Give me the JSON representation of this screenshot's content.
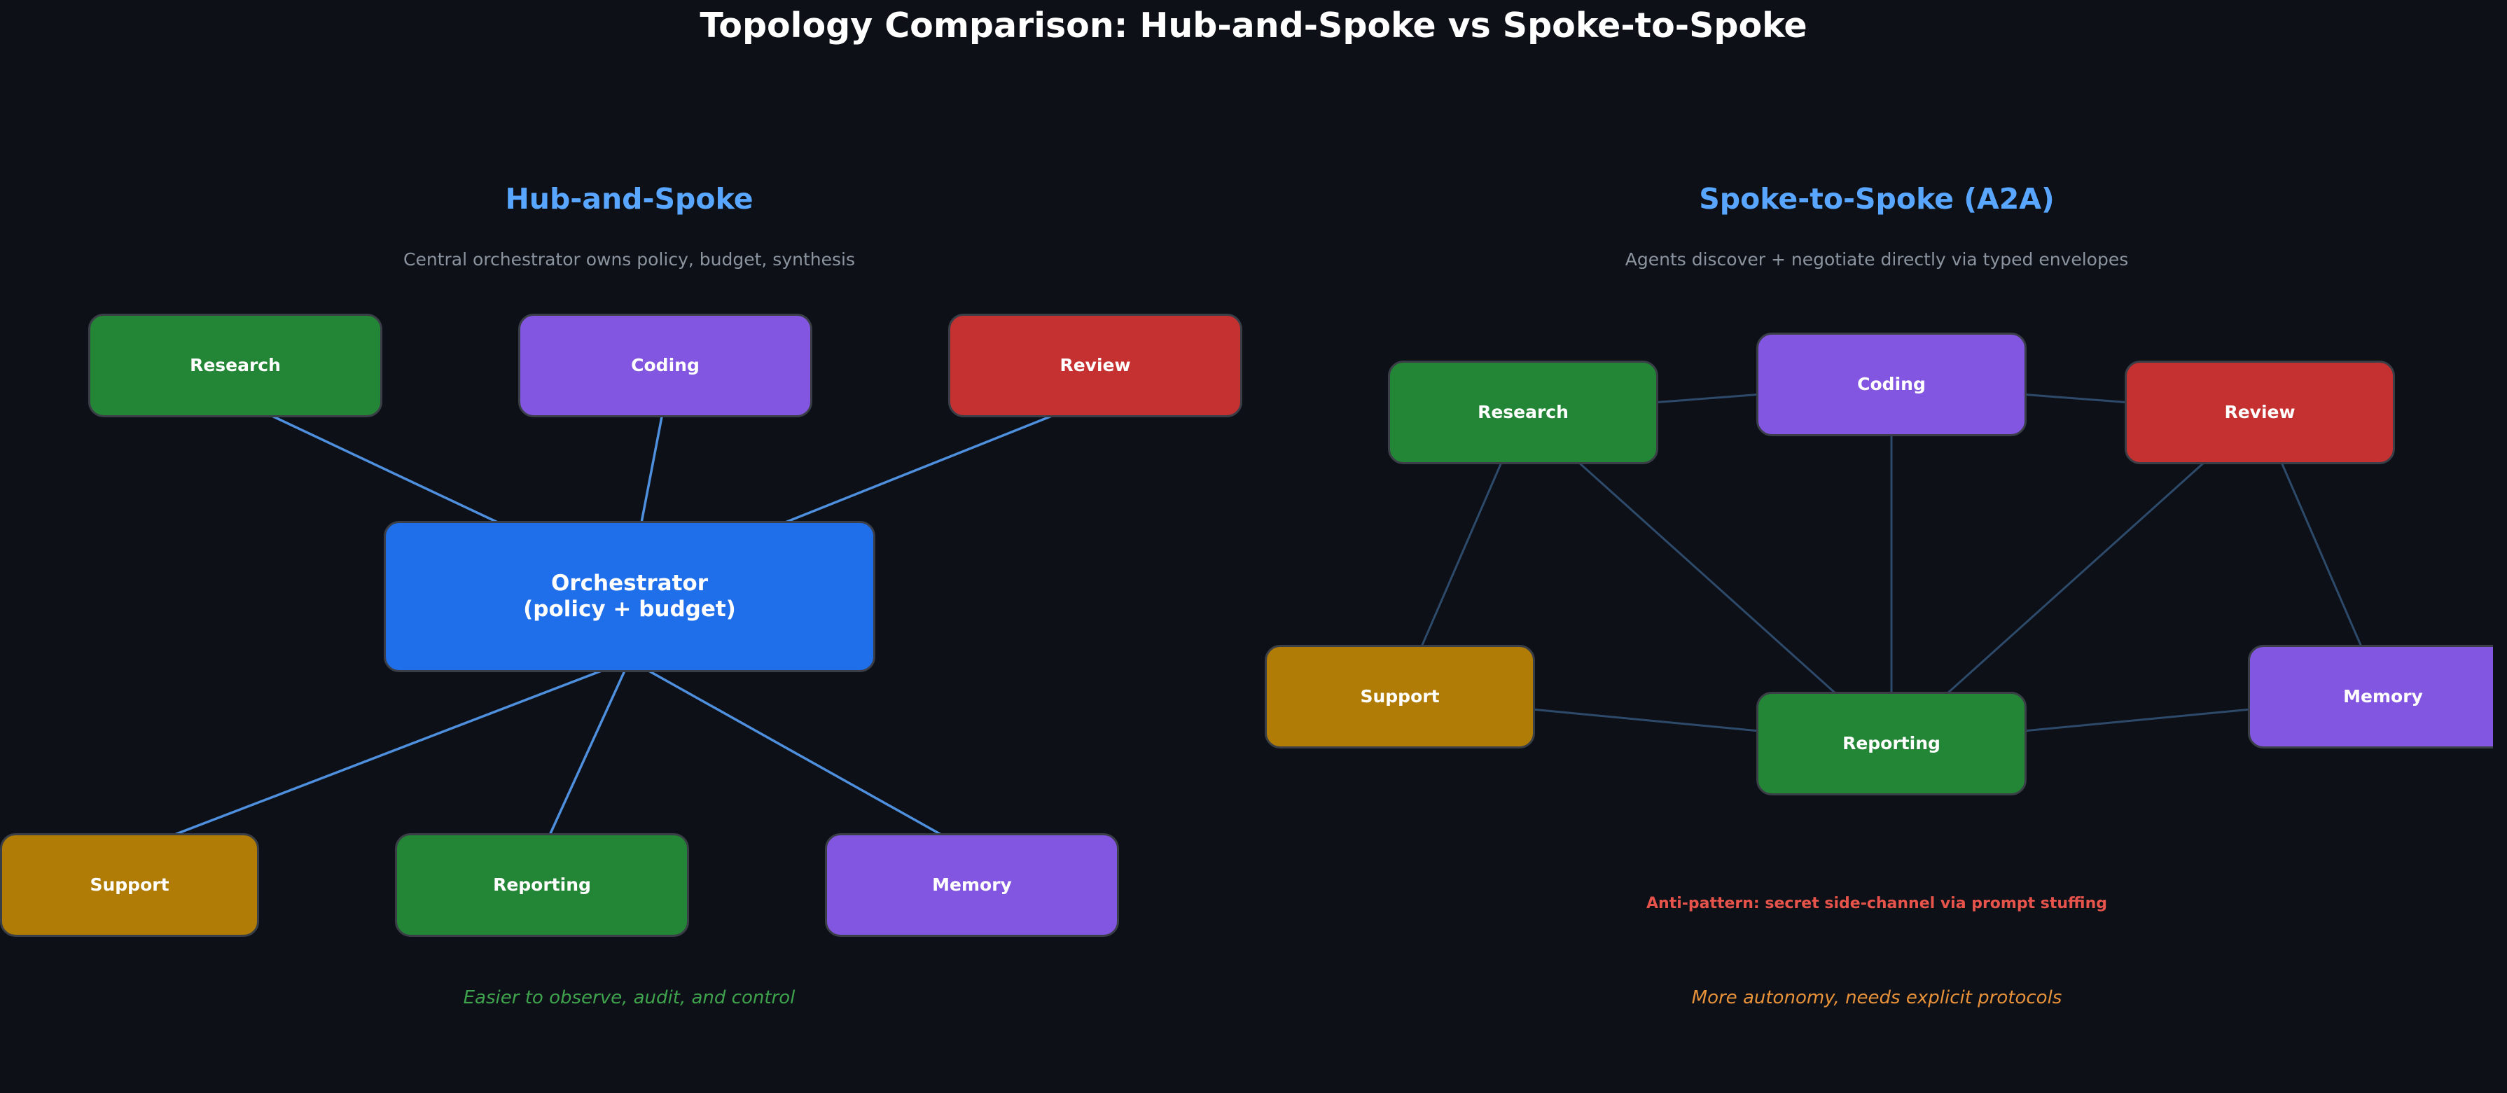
{
  "title": "Topology Comparison: Hub-and-Spoke vs Spoke-to-Spoke",
  "colors": {
    "background": "#0d1017",
    "hub": "#1f6feb",
    "green": "#238636",
    "purple": "#8256e0",
    "red": "#c53030",
    "gold": "#b07c05",
    "hub_edge": "#4e8fde",
    "mesh_edge": "#2d4a6b",
    "panel_title": "#58a6ff",
    "caption_left": "#3fa34d",
    "caption_right": "#e8923a",
    "anti_pattern": "#e5534b"
  },
  "hub_spoke": {
    "title": "Hub-and-Spoke",
    "subtitle": "Central orchestrator owns policy, budget, synthesis",
    "caption": "Easier to observe, audit, and control",
    "nodes": [
      {
        "id": "orchestrator",
        "label": "Orchestrator\n(policy + budget)",
        "color": "#1f6feb"
      },
      {
        "id": "research",
        "label": "Research",
        "color": "#238636"
      },
      {
        "id": "coding",
        "label": "Coding",
        "color": "#8256e0"
      },
      {
        "id": "review",
        "label": "Review",
        "color": "#c53030"
      },
      {
        "id": "support",
        "label": "Support",
        "color": "#b07c05"
      },
      {
        "id": "reporting",
        "label": "Reporting",
        "color": "#238636"
      },
      {
        "id": "memory",
        "label": "Memory",
        "color": "#8256e0"
      }
    ],
    "edges": [
      {
        "from": "orchestrator",
        "to": "research"
      },
      {
        "from": "orchestrator",
        "to": "coding"
      },
      {
        "from": "orchestrator",
        "to": "review"
      },
      {
        "from": "orchestrator",
        "to": "support"
      },
      {
        "from": "orchestrator",
        "to": "reporting"
      },
      {
        "from": "orchestrator",
        "to": "memory"
      }
    ]
  },
  "spoke_spoke": {
    "title": "Spoke-to-Spoke (A2A)",
    "subtitle": "Agents discover + negotiate directly via typed envelopes",
    "anti_pattern": "Anti-pattern: secret side-channel via prompt stuffing",
    "caption": "More autonomy, needs explicit protocols",
    "nodes": [
      {
        "id": "research",
        "label": "Research",
        "color": "#238636"
      },
      {
        "id": "coding",
        "label": "Coding",
        "color": "#8256e0"
      },
      {
        "id": "review",
        "label": "Review",
        "color": "#c53030"
      },
      {
        "id": "support",
        "label": "Support",
        "color": "#b07c05"
      },
      {
        "id": "reporting",
        "label": "Reporting",
        "color": "#238636"
      },
      {
        "id": "memory",
        "label": "Memory",
        "color": "#8256e0"
      }
    ],
    "edges": [
      {
        "from": "research",
        "to": "coding"
      },
      {
        "from": "coding",
        "to": "review"
      },
      {
        "from": "support",
        "to": "research"
      },
      {
        "from": "research",
        "to": "reporting"
      },
      {
        "from": "coding",
        "to": "reporting"
      },
      {
        "from": "review",
        "to": "reporting"
      },
      {
        "from": "review",
        "to": "memory"
      },
      {
        "from": "support",
        "to": "reporting"
      },
      {
        "from": "memory",
        "to": "reporting"
      }
    ]
  }
}
